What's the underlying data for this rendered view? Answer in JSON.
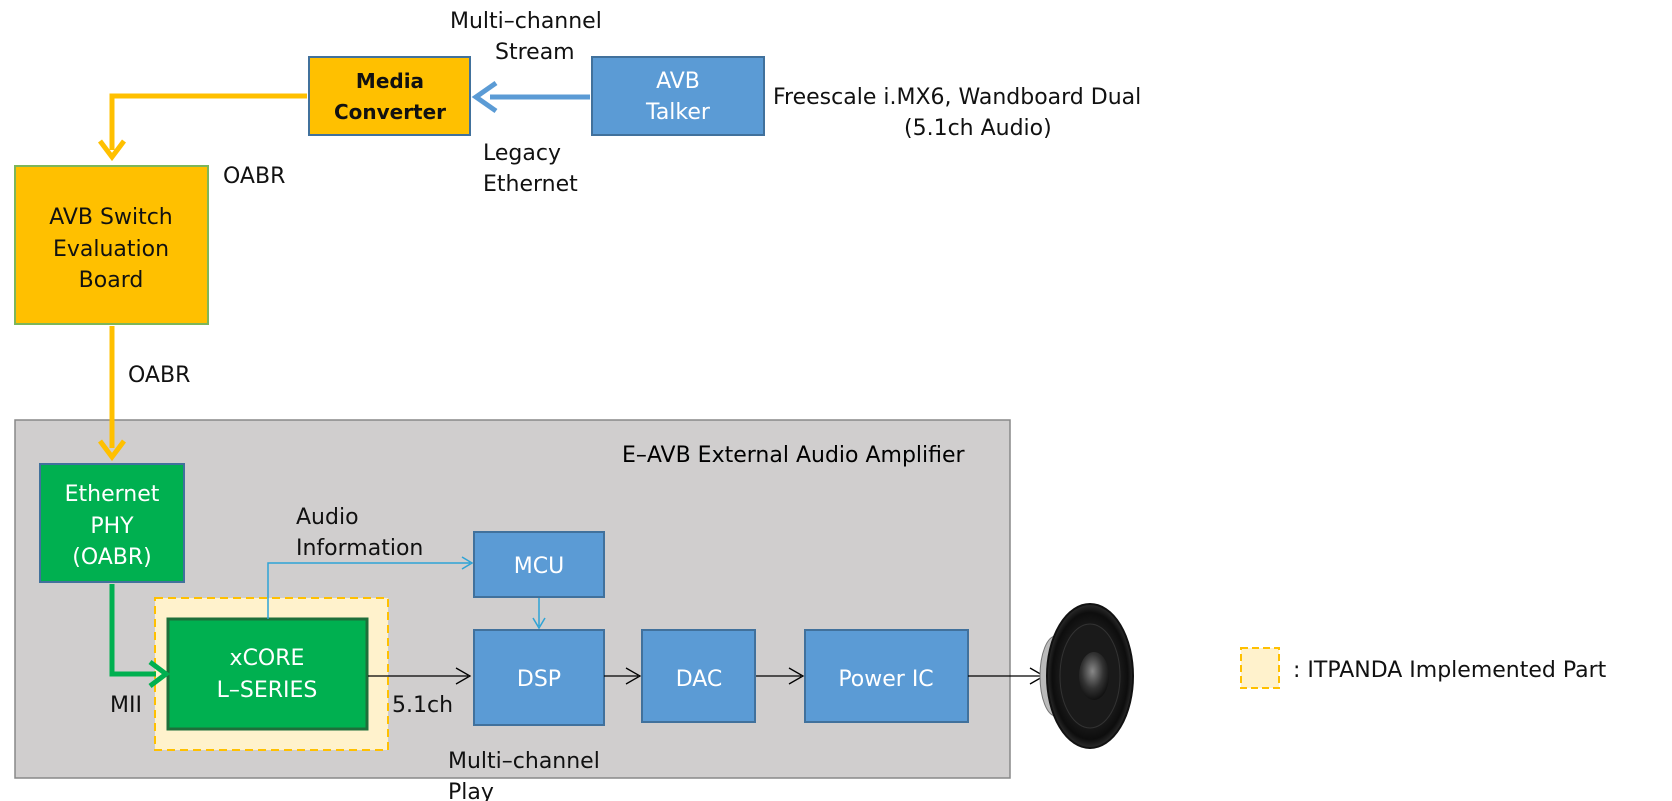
{
  "labels": {
    "multi_channel_stream_1": "Multi–channel",
    "multi_channel_stream_2": "Stream",
    "legacy_ethernet_1": "Legacy",
    "legacy_ethernet_2": "Ethernet",
    "oabr_top": "OABR",
    "oabr_left": "OABR",
    "freescale_1": "Freescale i.MX6, Wandboard Dual",
    "freescale_2": "(5.1ch Audio)",
    "audio_info_1": "Audio",
    "audio_info_2": "Information",
    "mii": "MII",
    "ch51": "5.1ch",
    "multi_channel_play_1": "Multi–channel",
    "multi_channel_play_2": "Play",
    "legend": ": ITPANDA Implemented Part"
  },
  "boxes": {
    "media_converter_1": "Media",
    "media_converter_2": "Converter",
    "avb_talker_1": "AVB",
    "avb_talker_2": "Talker",
    "avb_switch_1": "AVB Switch",
    "avb_switch_2": "Evaluation",
    "avb_switch_3": "Board",
    "ethernet_phy_1": "Ethernet",
    "ethernet_phy_2": "PHY",
    "ethernet_phy_3": "(OABR)",
    "xcore_1": "xCORE",
    "xcore_2": "L–SERIES",
    "mcu": "MCU",
    "dsp": "DSP",
    "dac": "DAC",
    "power_ic": "Power IC"
  },
  "container_title": "E–AVB External Audio Amplifier",
  "colors": {
    "orange": "#FFC000",
    "orange_border": "#C09A20",
    "blue_box": "#5B9BD5",
    "blue_border": "#41719C",
    "green_box": "#00B050",
    "green_dark": "#1E8A3C",
    "gray_container": "#D0CECE",
    "legend_fill": "#FFF2CC",
    "legend_border": "#FFC000",
    "blue_arrow": "#5B9BD5",
    "green_arrow": "#00B050",
    "thin_blue": "#2EA3D6"
  },
  "icons": {
    "speaker": "speaker-icon"
  }
}
